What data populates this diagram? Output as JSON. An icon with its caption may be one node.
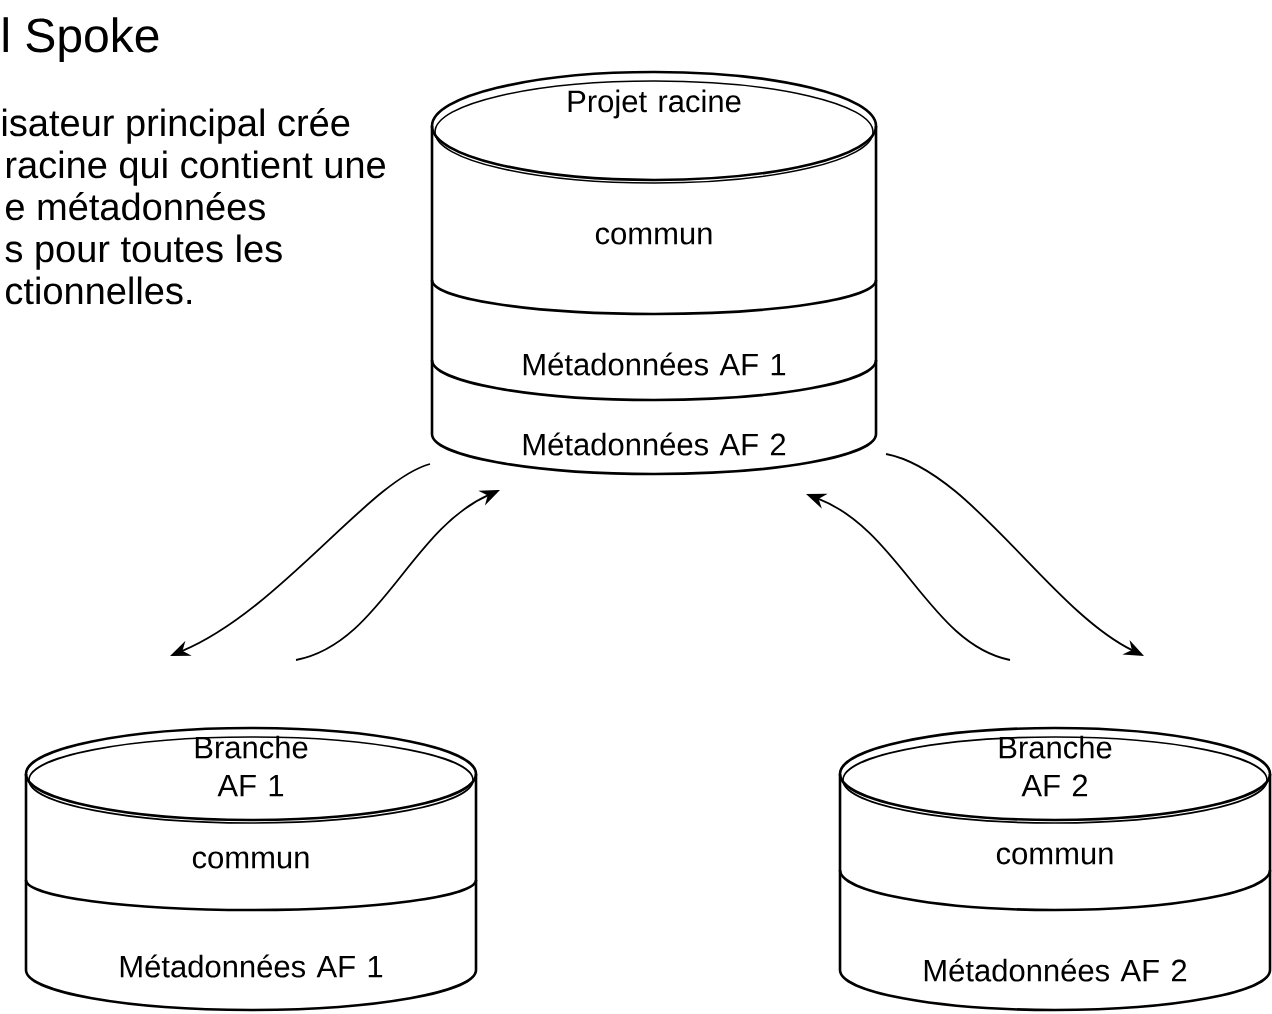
{
  "diagram": {
    "title": "l Spoke",
    "nodes": [
      {
        "text": [
          "Projet racine",
          "commun",
          "Métadonnées AF 1",
          "Métadonnées AF 2"
        ]
      },
      {
        "text": [
          "Branche AF 1",
          "commun",
          "Métadonnées AF 1"
        ]
      },
      {
        "text": [
          "Branche AF 2",
          "commun",
          "Métadonnées AF 2"
        ]
      }
    ],
    "edges": [
      {
        "from": 0,
        "to": 1,
        "arrow": "to"
      },
      {
        "from": 1,
        "to": 0,
        "arrow": "to"
      },
      {
        "from": 2,
        "to": 0,
        "arrow": "to"
      },
      {
        "from": 0,
        "to": 2,
        "arrow": "to"
      }
    ],
    "labels": [
      "isateur principal crée",
      "racine qui contient une",
      "e métadonnées",
      "s pour toutes les",
      "ctionnelles."
    ]
  }
}
